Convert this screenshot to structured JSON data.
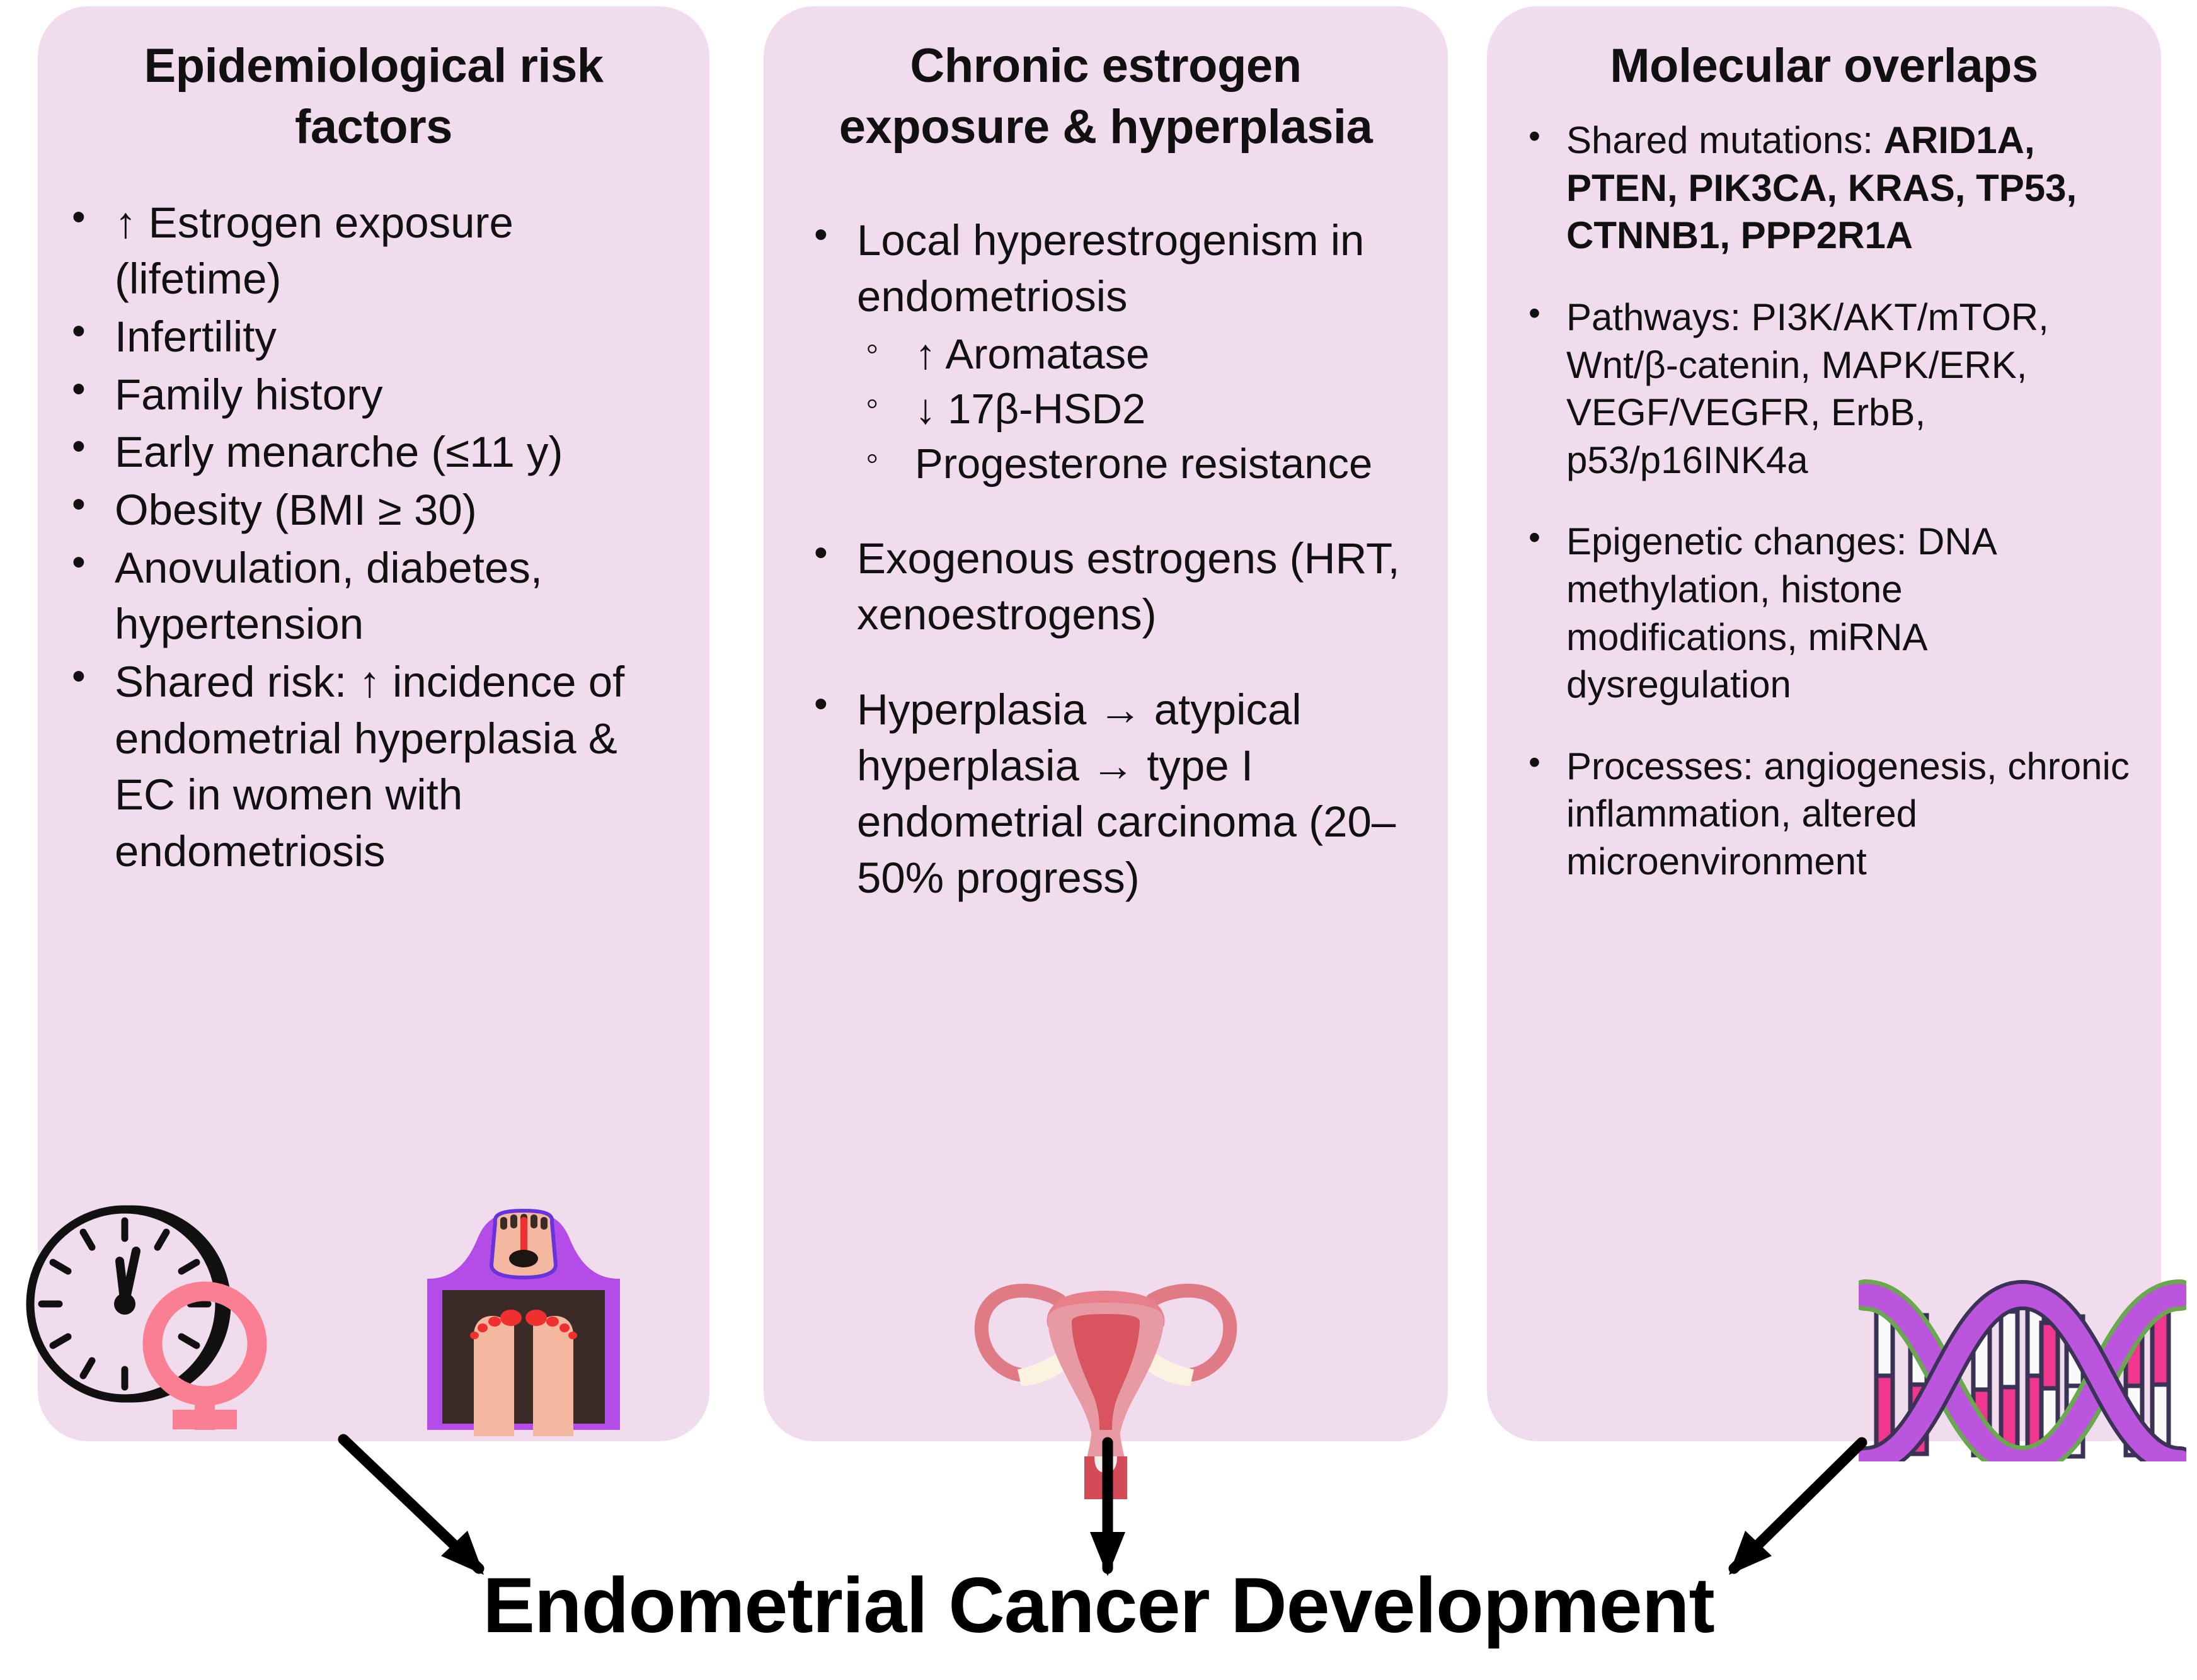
{
  "figure": {
    "outcome_title": "Endometrial Cancer Development",
    "background_color": "#ffffff",
    "panel_color": "#f1dcee"
  },
  "panels": [
    {
      "id": "epidemiological-risk-factors",
      "title": "Epidemiological risk factors",
      "bullets": [
        "↑ Estrogen exposure (lifetime)",
        "Infertility",
        "Family history",
        "Early menarche (≤11 y)",
        "Obesity (BMI ≥ 30)",
        "Anovulation, diabetes, hypertension",
        "Shared risk: ↑ incidence of endometrial hyperplasia & EC in women with endometriosis"
      ],
      "illustrations": [
        {
          "name": "clock-venus-icon",
          "label": "clock with female symbol"
        },
        {
          "name": "weight-scale-icon",
          "label": "bathroom scale with feet"
        }
      ]
    },
    {
      "id": "chronic-estrogen-exposure-hyperplasia",
      "title": "Chronic estrogen exposure & hyperplasia",
      "bullets": [
        {
          "text": "Local hyperestrogenism in endometriosis",
          "sub": [
            "↑ Aromatase",
            "↓ 17β-HSD2",
            "Progesterone resistance"
          ]
        },
        {
          "text": "Exogenous estrogens (HRT, xenoestrogens)",
          "sub": []
        },
        {
          "text": "Hyperplasia → atypical hyperplasia → type I endometrial carcinoma (20–50% progress)",
          "sub": []
        }
      ],
      "illustrations": [
        {
          "name": "uterus-icon",
          "label": "uterus anatomy illustration"
        }
      ]
    },
    {
      "id": "molecular-overlaps",
      "title": "Molecular overlaps",
      "bullets": [
        {
          "lead": "Shared mutations: ",
          "strong": "ARID1A, PTEN, PIK3CA, KRAS, TP53, CTNNB1, PPP2R1A",
          "tail": ""
        },
        {
          "lead": "Pathways: PI3K/AKT/mTOR, Wnt/β-catenin, MAPK/ERK, VEGF/VEGFR, ErbB, p53/p16INK4a",
          "strong": "",
          "tail": ""
        },
        {
          "lead": "Epigenetic changes: DNA methylation, histone modifications, miRNA dysregulation",
          "strong": "",
          "tail": ""
        },
        {
          "lead": "Processes: angiogenesis, chronic inflammation, altered microenvironment",
          "strong": "",
          "tail": ""
        }
      ],
      "illustrations": [
        {
          "name": "dna-helix-icon",
          "label": "DNA double helix"
        }
      ]
    }
  ],
  "arrows": [
    {
      "name": "arrow-panel1-to-outcome",
      "direction": "down-right"
    },
    {
      "name": "arrow-panel2-to-outcome",
      "direction": "down"
    },
    {
      "name": "arrow-panel3-to-outcome",
      "direction": "down-left"
    }
  ]
}
